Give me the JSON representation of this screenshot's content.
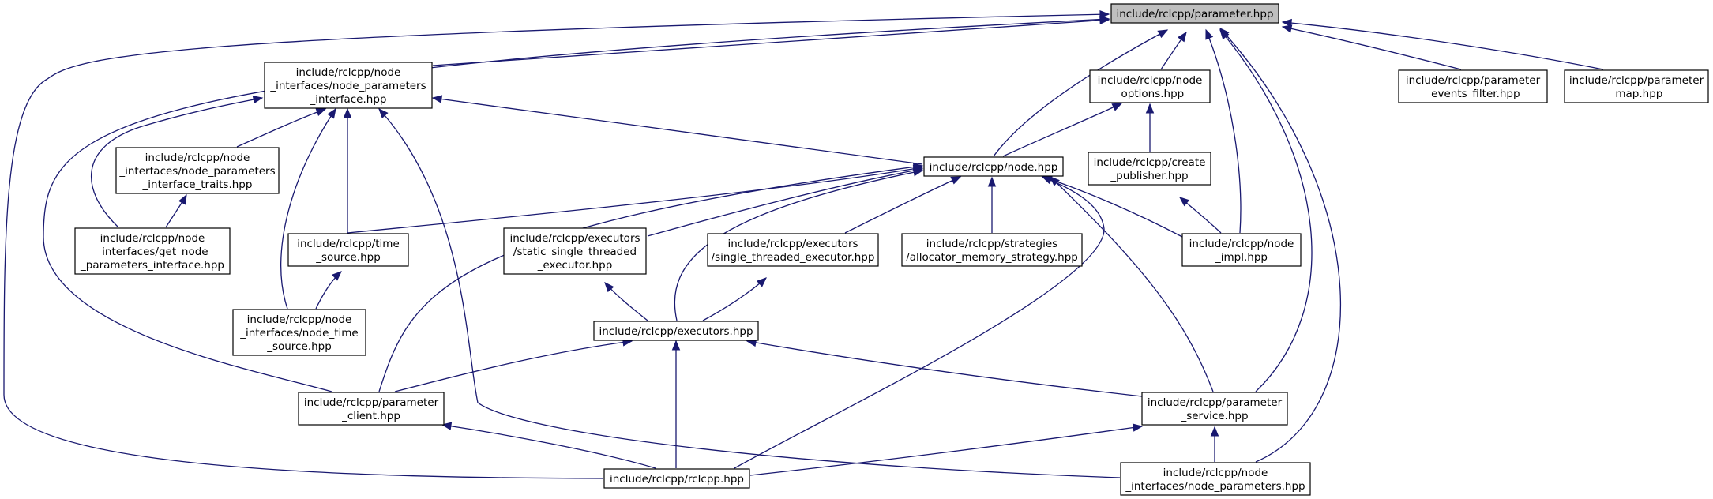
{
  "diagram": {
    "nodes": [
      {
        "id": "parameter",
        "lines": [
          "include/rclcpp/parameter.hpp"
        ],
        "root": true
      },
      {
        "id": "npi",
        "lines": [
          "include/rclcpp/node",
          "_interfaces/node_parameters",
          "_interface.hpp"
        ]
      },
      {
        "id": "node_options",
        "lines": [
          "include/rclcpp/node",
          "_options.hpp"
        ]
      },
      {
        "id": "pef",
        "lines": [
          "include/rclcpp/parameter",
          "_events_filter.hpp"
        ]
      },
      {
        "id": "pmap",
        "lines": [
          "include/rclcpp/parameter",
          "_map.hpp"
        ]
      },
      {
        "id": "npit",
        "lines": [
          "include/rclcpp/node",
          "_interfaces/node_parameters",
          "_interface_traits.hpp"
        ]
      },
      {
        "id": "node",
        "lines": [
          "include/rclcpp/node.hpp"
        ]
      },
      {
        "id": "create_pub",
        "lines": [
          "include/rclcpp/create",
          "_publisher.hpp"
        ]
      },
      {
        "id": "getnpi",
        "lines": [
          "include/rclcpp/node",
          "_interfaces/get_node",
          "_parameters_interface.hpp"
        ]
      },
      {
        "id": "time_source",
        "lines": [
          "include/rclcpp/time",
          "_source.hpp"
        ]
      },
      {
        "id": "stexec",
        "lines": [
          "include/rclcpp/executors",
          "/static_single_threaded",
          "_executor.hpp"
        ]
      },
      {
        "id": "single_exec",
        "lines": [
          "include/rclcpp/executors",
          "/single_threaded_executor.hpp"
        ]
      },
      {
        "id": "allocator",
        "lines": [
          "include/rclcpp/strategies",
          "/allocator_memory_strategy.hpp"
        ]
      },
      {
        "id": "node_impl",
        "lines": [
          "include/rclcpp/node",
          "_impl.hpp"
        ]
      },
      {
        "id": "ntime",
        "lines": [
          "include/rclcpp/node",
          "_interfaces/node_time",
          "_source.hpp"
        ]
      },
      {
        "id": "executors",
        "lines": [
          "include/rclcpp/executors.hpp"
        ]
      },
      {
        "id": "pclient",
        "lines": [
          "include/rclcpp/parameter",
          "_client.hpp"
        ]
      },
      {
        "id": "pservice",
        "lines": [
          "include/rclcpp/parameter",
          "_service.hpp"
        ]
      },
      {
        "id": "rclcpp",
        "lines": [
          "include/rclcpp/rclcpp.hpp"
        ]
      },
      {
        "id": "nparams",
        "lines": [
          "include/rclcpp/node",
          "_interfaces/node_parameters.hpp"
        ]
      }
    ]
  }
}
